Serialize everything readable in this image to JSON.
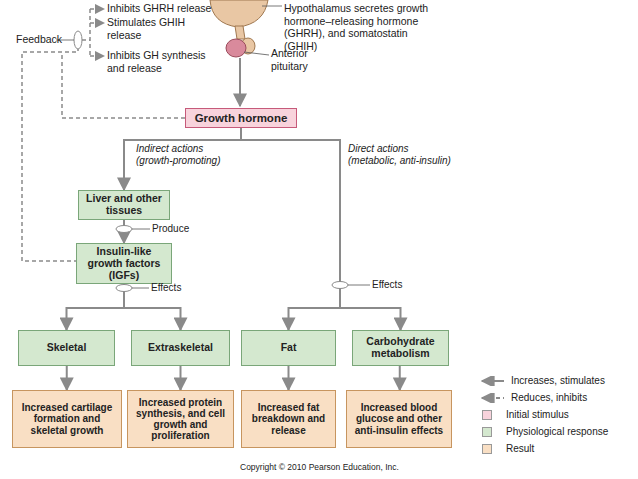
{
  "diagram": {
    "nodes": [
      {
        "text": [
          "Growth hormone"
        ]
      },
      {
        "text": [
          "Liver and other tissues"
        ]
      },
      {
        "text": [
          "Insulin-like growth factors (IGFs)"
        ]
      },
      {
        "text": [
          "Skeletal"
        ]
      },
      {
        "text": [
          "Extraskeletal"
        ]
      },
      {
        "text": [
          "Fat"
        ]
      },
      {
        "text": [
          "Carbohydrate metabolism"
        ]
      },
      {
        "text": [
          "Increased cartilage formation and skeletal growth"
        ]
      },
      {
        "text": [
          "Increased protein synthesis, and cell growth and proliferation"
        ]
      },
      {
        "text": [
          "Increased fat breakdown and release"
        ]
      },
      {
        "text": [
          "Increased blood glucose and other anti-insulin effects"
        ]
      }
    ],
    "edges": [
      {
        "from": 0,
        "to": 1,
        "arrow": "to",
        "label": "Indirect actions (growth-promoting)"
      },
      {
        "from": 0,
        "to": 5,
        "arrow": "to",
        "label": "Direct actions (metabolic, anti-insulin)"
      },
      {
        "from": 0,
        "to": 6,
        "arrow": "to",
        "label": "Effects"
      },
      {
        "from": 1,
        "to": 2,
        "arrow": "to",
        "label": "Produce"
      },
      {
        "from": 2,
        "to": 3,
        "arrow": "to",
        "label": "Effects"
      },
      {
        "from": 2,
        "to": 4,
        "arrow": "to"
      },
      {
        "from": 3,
        "to": 7,
        "arrow": "to"
      },
      {
        "from": 4,
        "to": 8,
        "arrow": "to"
      },
      {
        "from": 5,
        "to": 9,
        "arrow": "to"
      },
      {
        "from": 6,
        "to": 10,
        "arrow": "to"
      }
    ],
    "labels": [
      "Hypothalamus secretes growth hormone–releasing hormone (GHRH), and somatostatin (GHIH)",
      "Anterior pituitary",
      "Feedback",
      "Inhibits GHRH release",
      "Stimulates GHIH release",
      "Inhibits GH synthesis and release",
      "Copyright © 2010 Pearson Education, Inc."
    ],
    "legend": [
      {
        "text": "Increases, stimulates"
      },
      {
        "text": "Reduces, inhibits"
      },
      {
        "text": "Initial stimulus",
        "color": "#f8d3dc"
      },
      {
        "text": "Physiological response",
        "color": "#d4e8cf"
      },
      {
        "text": "Result",
        "color": "#f9dfc4"
      }
    ]
  }
}
